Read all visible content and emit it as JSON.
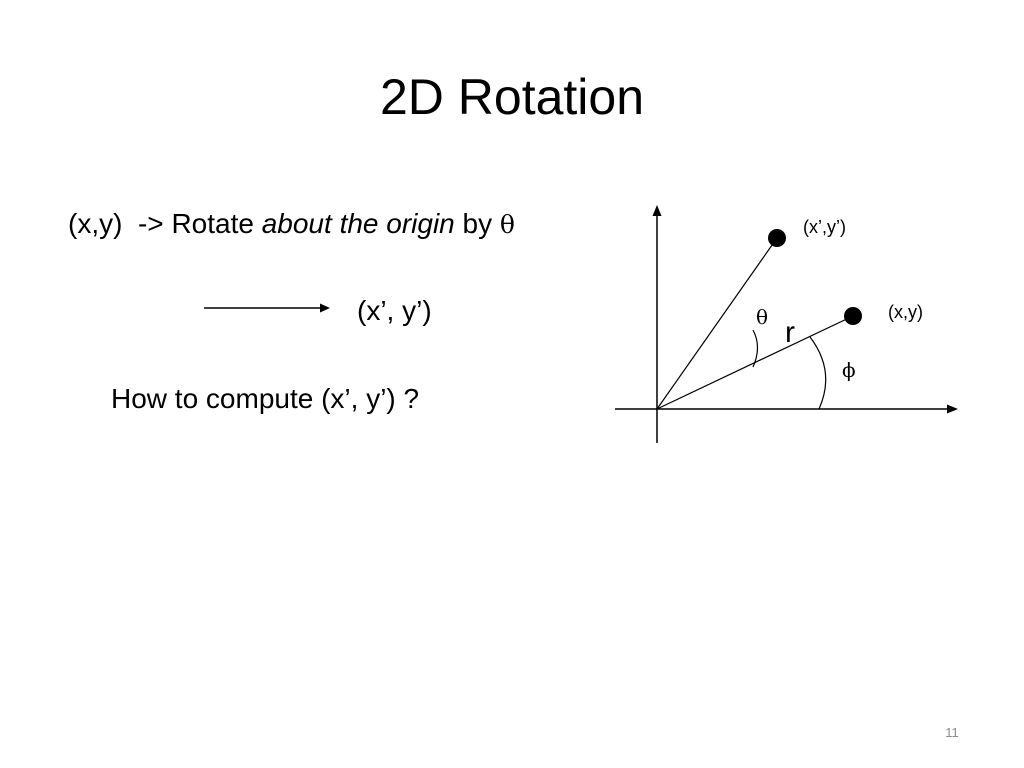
{
  "slide": {
    "title": "2D Rotation",
    "page_number": "11"
  },
  "body": {
    "rotate_line": {
      "prefix": "(x,y)  -> Rotate ",
      "italic": "about the origin",
      "suffix": " by ",
      "angle_symbol": "θ"
    },
    "target_point": "(x’, y’)",
    "question": "How to compute (x’, y’) ?"
  },
  "diagram": {
    "point_rotated_label": "(x’,y’)",
    "point_original_label": "(x,y)",
    "radius_label": "r",
    "theta_label": "θ",
    "phi_label": "ϕ"
  },
  "colors": {
    "ink": "#000000",
    "page_number": "#8c8c8c",
    "background": "#ffffff"
  }
}
